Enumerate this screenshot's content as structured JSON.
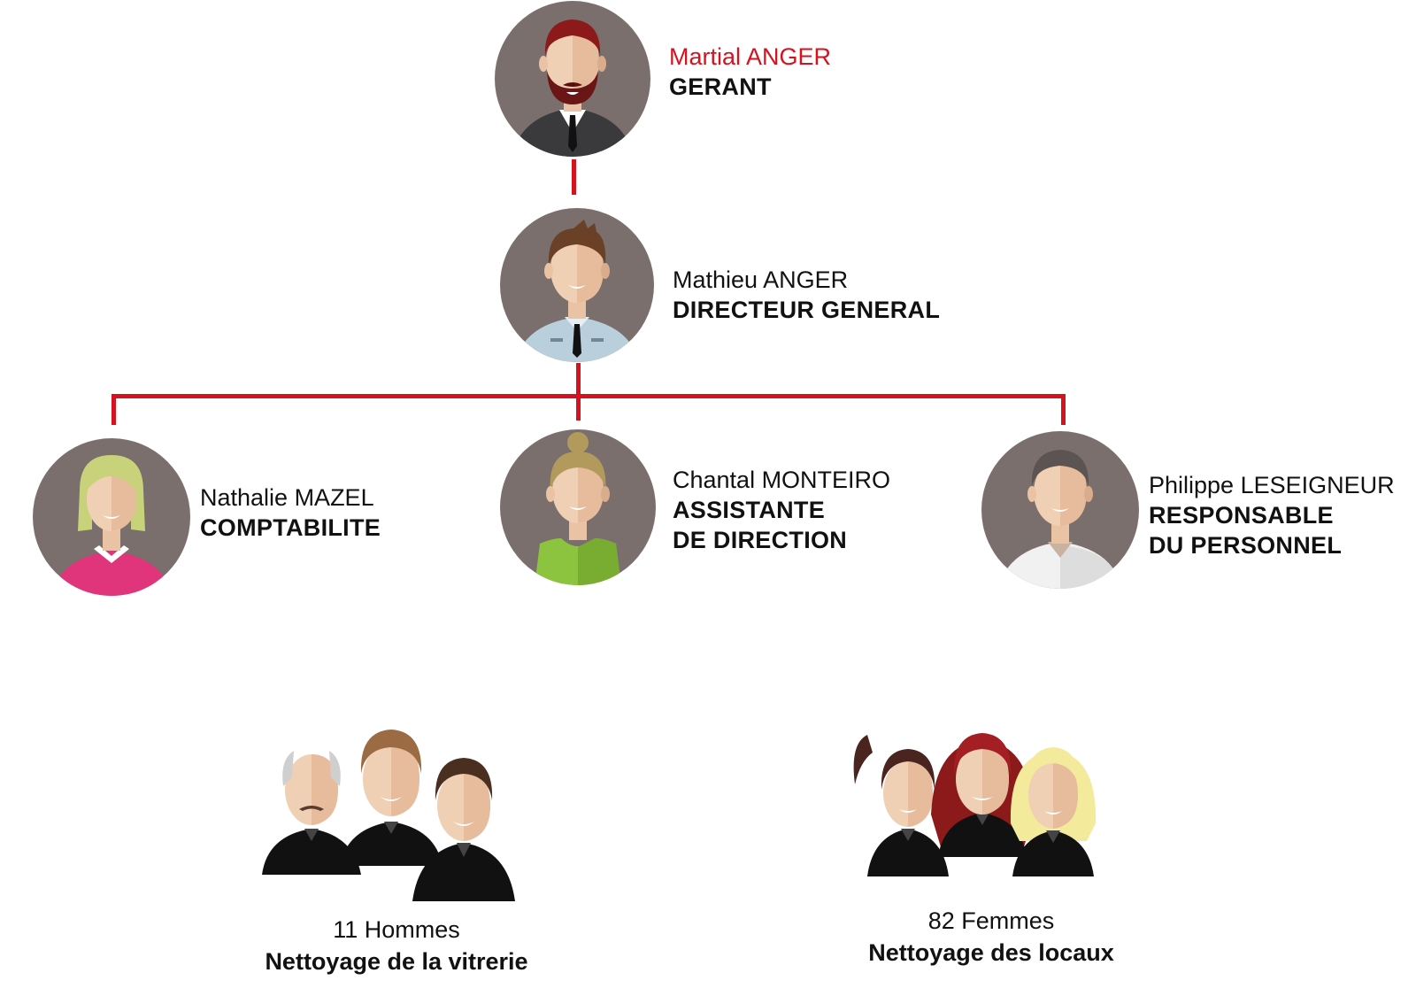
{
  "org": {
    "gerant": {
      "name": "Martial ANGER",
      "role": "GERANT"
    },
    "directeur": {
      "name": "Mathieu ANGER",
      "role": "DIRECTEUR GENERAL"
    },
    "comptabilite": {
      "name": "Nathalie MAZEL",
      "role": "COMPTABILITE"
    },
    "assistante": {
      "name": "Chantal MONTEIRO",
      "role_line1": "ASSISTANTE",
      "role_line2": "DE DIRECTION"
    },
    "personnel": {
      "name": "Philippe LESEIGNEUR",
      "role_line1": "RESPONSABLE",
      "role_line2": "DU PERSONNEL"
    }
  },
  "teams": {
    "men": {
      "count": "11 Hommes",
      "task": "Nettoyage de la vitrerie"
    },
    "women": {
      "count": "82 Femmes",
      "task": "Nettoyage des locaux"
    }
  },
  "colors": {
    "accent": "#d6121e",
    "circle_bg": "#7a6f6d",
    "uniform": "#111111"
  }
}
